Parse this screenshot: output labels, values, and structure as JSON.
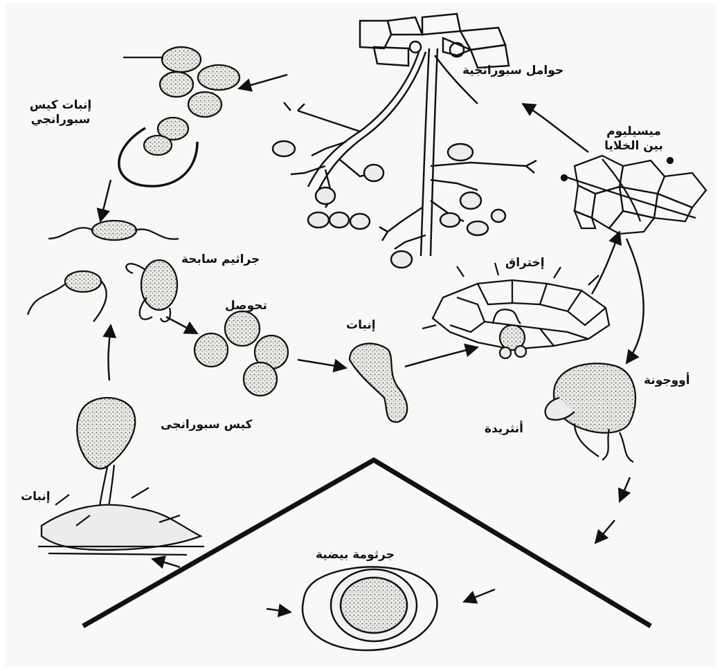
{
  "labels": {
    "sporangiophores": "حوامل سبورانجية",
    "sporangium_germination_1": "إنبات كيس",
    "sporangium_germination_2": "سبورانجي",
    "intercellular_mycelium_1": "ميسيليوم",
    "intercellular_mycelium_2": "بين الخلايا",
    "zoospores": "جراثيم سابحة",
    "penetration": "إختراق",
    "encystment": "تحوصل",
    "germination_center": "إنبات",
    "oogonium": "أووجونة",
    "antheridium": "أنثريدة",
    "sporangium": "كيس سبورانجى",
    "germination_left": "إنبات",
    "oospore": "جرثومة بيضية"
  },
  "colors": {
    "background": "#ffffff",
    "ink": "#111111",
    "cell_fill": "#ececec",
    "page_fill": "#f8f8f6"
  }
}
